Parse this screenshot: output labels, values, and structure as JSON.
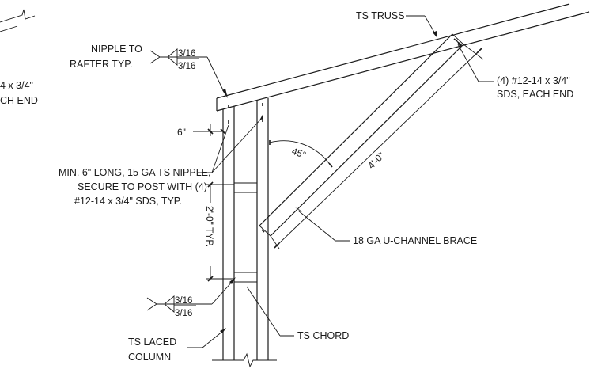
{
  "labels": {
    "ts_truss": "TS TRUSS",
    "weld_top_1": "3/16",
    "weld_top_2": "3/16",
    "nipple_to_rafter_1": "NIPPLE TO",
    "nipple_to_rafter_2": "RAFTER TYP.",
    "partial_left_1": "4 x 3/4\"",
    "partial_left_2": "CH END",
    "brace_end_1": "(4) #12-14 x 3/4\"",
    "brace_end_2": "SDS, EACH END",
    "dim_6": "6\"",
    "angle_45": "45°",
    "brace_length": "4'-0\"",
    "ts_nipple_1": "MIN. 6\" LONG, 15 GA TS NIPPLE,",
    "ts_nipple_2": "SECURE TO POST WITH (4)",
    "ts_nipple_3": "#12-14 x 3/4\" SDS, TYP.",
    "spacing_2ft": "2'-0\" TYP.",
    "u_channel": "18 GA U-CHANNEL BRACE",
    "weld_bottom_1": "3/16",
    "weld_bottom_2": "3/16",
    "ts_chord": "TS CHORD",
    "laced_column_1": "TS LACED",
    "laced_column_2": "COLUMN"
  }
}
